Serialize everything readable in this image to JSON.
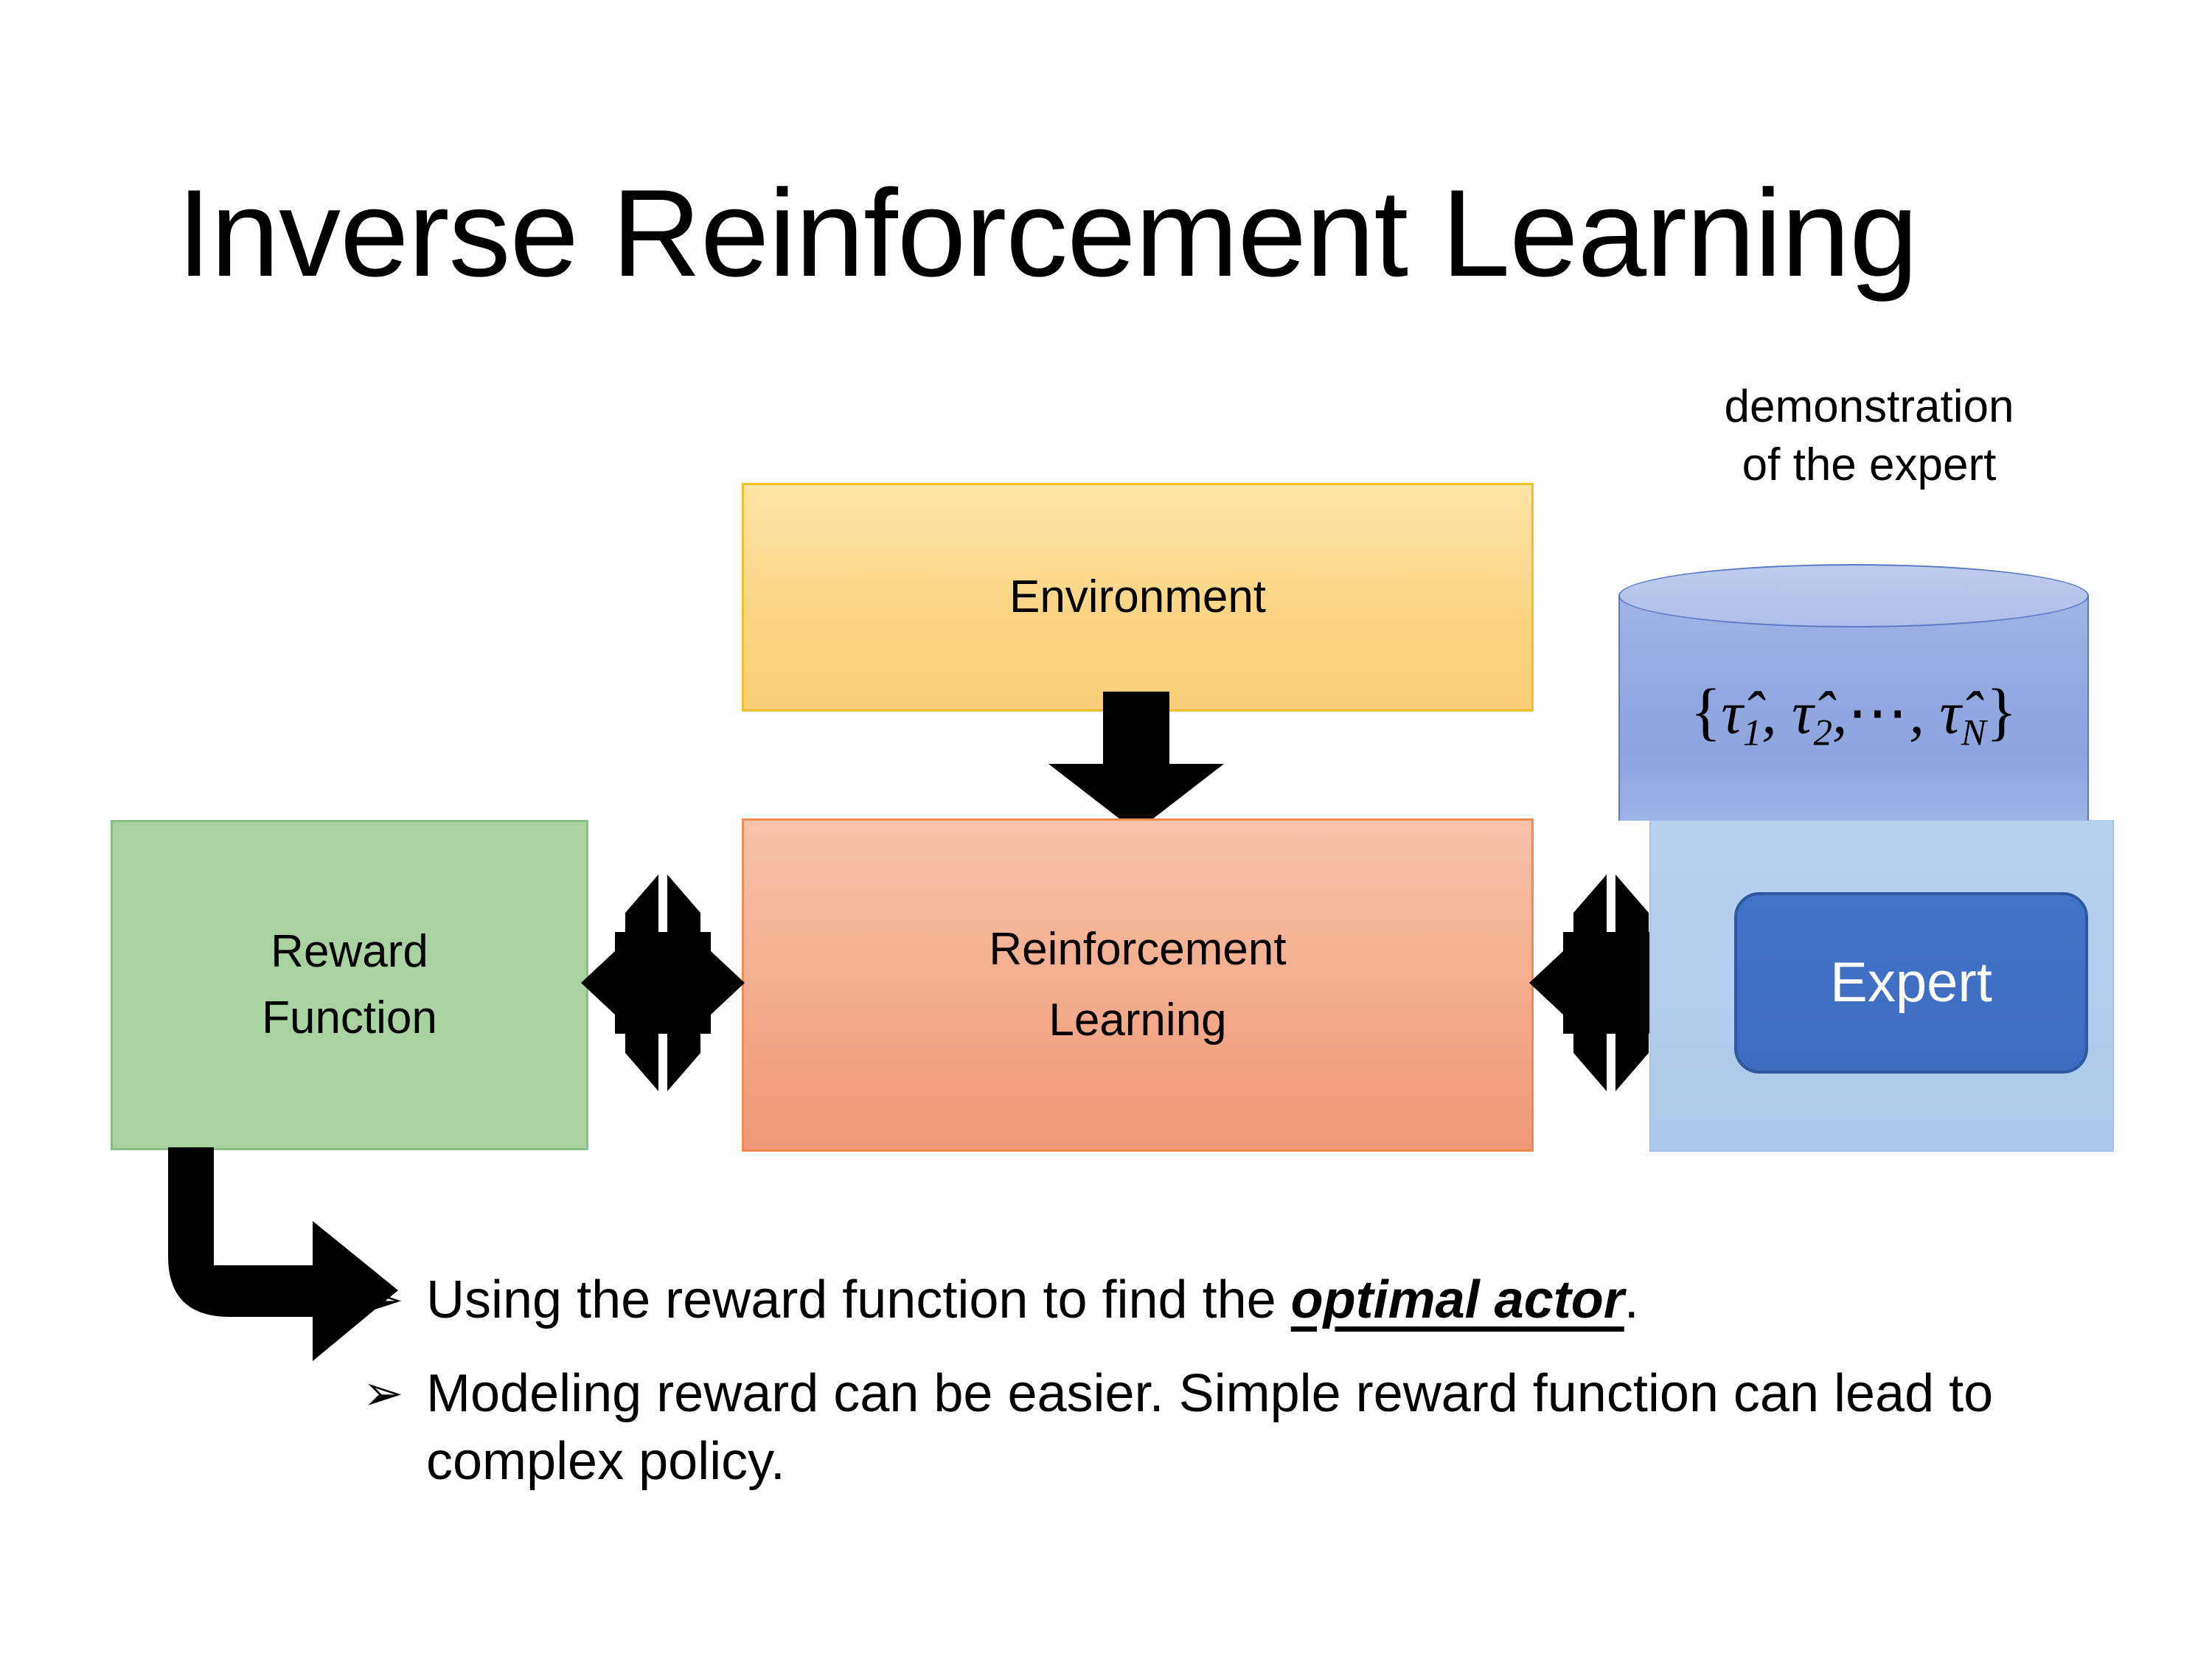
{
  "slide": {
    "title": "Inverse Reinforcement Learning",
    "background": "#FFFFFF"
  },
  "diagram": {
    "environment": {
      "label": "Environment",
      "fill": "#FBD585",
      "border": "#F2BE2C"
    },
    "reinforcement_learning": {
      "label_line1": "Reinforcement",
      "label_line2": "Learning",
      "fill": "#F4AF91",
      "border": "#EE8B4F"
    },
    "reward_function": {
      "label_line1": "Reward",
      "label_line2": "Function",
      "fill": "#A8D3A0",
      "border": "#8CBF86"
    },
    "expert": {
      "label": "Expert",
      "fill": "#4373C6",
      "border": "#2F589E",
      "text_color": "#FFFFFF"
    },
    "expert_panel": {
      "fill": "#B1CDEE",
      "border": "#9FC2E6"
    },
    "demonstration": {
      "caption_line1": "demonstration",
      "caption_line2": "of the expert",
      "formula_open": "{",
      "formula_items": [
        "τ̂1",
        "τ̂2",
        "τ̂N"
      ],
      "formula_plain": "{τ̂1, τ̂2, ⋯ , τ̂N}",
      "tau": "τ̂",
      "sub1": "1",
      "sub2": "2",
      "subN": "N",
      "dots": "⋯",
      "comma": ",",
      "formula_close": "}",
      "cylinder_fill": "#93A9E0",
      "cylinder_top_fill": "#B6C6EC",
      "cylinder_border": "#5B79C4"
    },
    "arrows": {
      "environment_to_rl": "down-arrow",
      "reward_rl_link": "four-way-arrow",
      "rl_expert_link": "four-way-arrow",
      "reward_to_bullet": "bent-arrow",
      "color": "#000000"
    }
  },
  "bullets": [
    {
      "marker": "➢",
      "text_before": "Using the reward function to find the ",
      "emphasis": "optimal actor",
      "text_after": "."
    },
    {
      "marker": "➢",
      "text_before": "Modeling reward can be easier. Simple reward function can lead to complex policy.",
      "emphasis": "",
      "text_after": ""
    }
  ]
}
